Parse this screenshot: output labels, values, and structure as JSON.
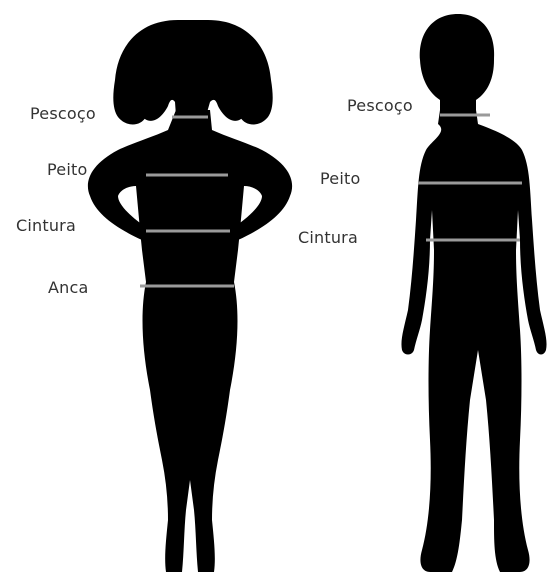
{
  "figures": [
    {
      "id": "girl",
      "silhouette_color": "#000000",
      "measure_line_color": "#9a9a9a",
      "labels": {
        "neck": "Pescoço",
        "chest": "Peito",
        "waist": "Cintura",
        "hip": "Anca"
      }
    },
    {
      "id": "boy",
      "silhouette_color": "#000000",
      "measure_line_color": "#9a9a9a",
      "labels": {
        "neck": "Pescoço",
        "chest": "Peito",
        "waist": "Cintura"
      }
    }
  ],
  "label_color": "#333333"
}
